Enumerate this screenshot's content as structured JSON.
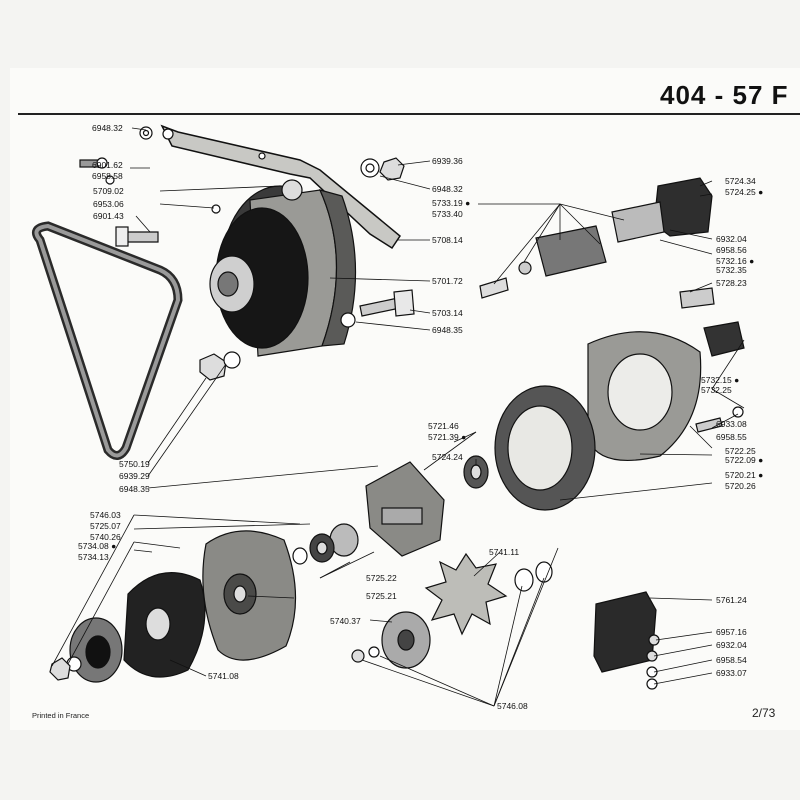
{
  "header": {
    "title": "404 - 57 F"
  },
  "footer": {
    "printed": "Printed in France",
    "page": "2/73"
  },
  "part_numbers": [
    "6948.32",
    "6901.62",
    "6958.58",
    "5709.02",
    "6953.06",
    "6901.43",
    "6939.36",
    "6948.32",
    "5733.19 ●",
    "5733.40",
    "5708.14",
    "5701.72",
    "5703.14",
    "6948.35",
    "5724.34",
    "5724.25 ●",
    "6932.04",
    "6958.56",
    "5732.16 ●",
    "5732.35",
    "5728.23",
    "5732.15 ●",
    "5732.25",
    "6933.08",
    "6958.55",
    "5722.25",
    "5722.09 ●",
    "5720.21 ●",
    "5720.26",
    "5721.46",
    "5721.39 ●",
    "5724.24",
    "5750.19",
    "6939.29",
    "6948.35",
    "5746.03",
    "5725.07",
    "5740.26",
    "5734.08 ●",
    "5734.13",
    "5725.22",
    "5741.11",
    "5725.21",
    "5740.37",
    "5741.08",
    "5746.08",
    "5761.24",
    "6957.16",
    "6932.04",
    "6958.54",
    "6933.07"
  ]
}
